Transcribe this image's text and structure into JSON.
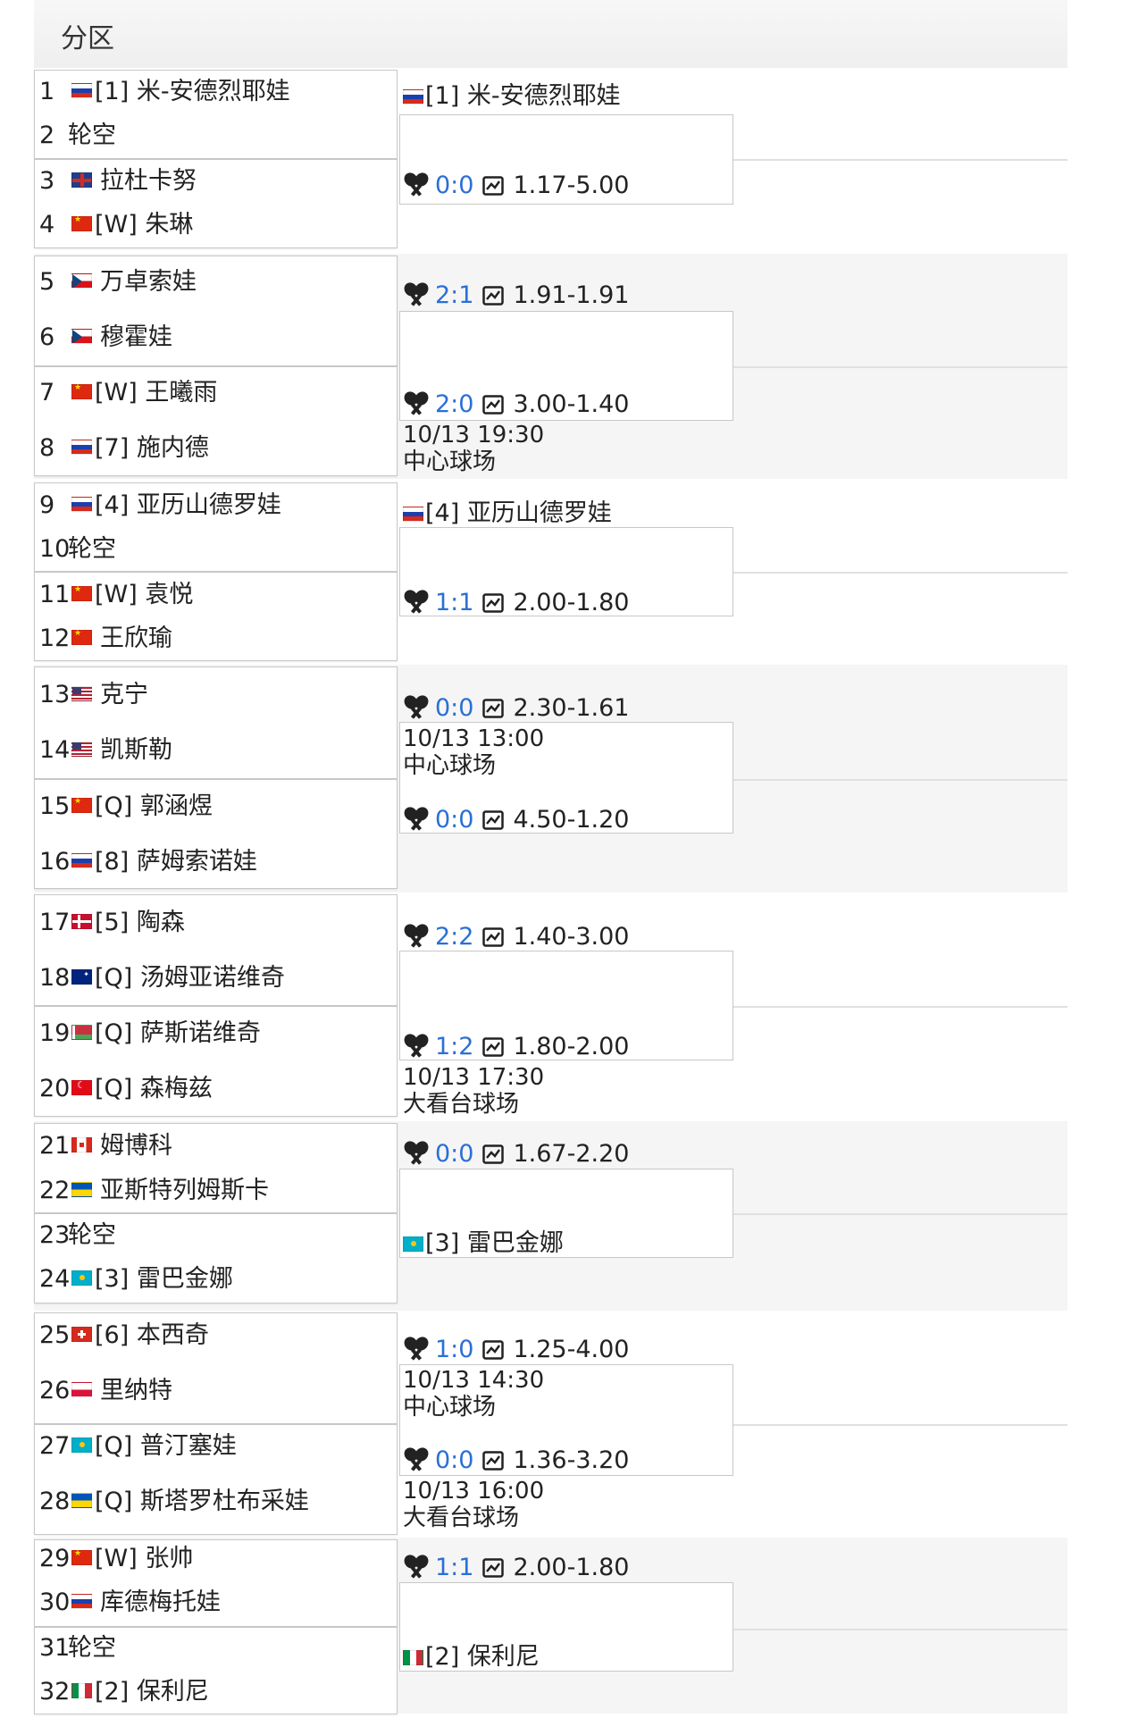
{
  "header": {
    "title": "分区"
  },
  "players": [
    {
      "num": "1",
      "flag": "rus",
      "name": "[1] 米-安德烈耶娃"
    },
    {
      "num": "2",
      "flag": "",
      "name": "轮空"
    },
    {
      "num": "3",
      "flag": "gbr",
      "name": "拉杜卡努"
    },
    {
      "num": "4",
      "flag": "chn",
      "name": "[W] 朱琳"
    },
    {
      "num": "5",
      "flag": "cze",
      "name": "万卓索娃"
    },
    {
      "num": "6",
      "flag": "cze",
      "name": "穆霍娃"
    },
    {
      "num": "7",
      "flag": "chn",
      "name": "[W] 王曦雨"
    },
    {
      "num": "8",
      "flag": "rus",
      "name": "[7] 施内德"
    },
    {
      "num": "9",
      "flag": "rus",
      "name": "[4] 亚历山德罗娃"
    },
    {
      "num": "10",
      "flag": "",
      "name": "轮空"
    },
    {
      "num": "11",
      "flag": "chn",
      "name": "[W] 袁悦"
    },
    {
      "num": "12",
      "flag": "chn",
      "name": "王欣瑜"
    },
    {
      "num": "13",
      "flag": "usa",
      "name": "克宁"
    },
    {
      "num": "14",
      "flag": "usa",
      "name": "凯斯勒"
    },
    {
      "num": "15",
      "flag": "chn",
      "name": "[Q] 郭涵煜"
    },
    {
      "num": "16",
      "flag": "rus",
      "name": "[8] 萨姆索诺娃"
    },
    {
      "num": "17",
      "flag": "den",
      "name": "[5] 陶森"
    },
    {
      "num": "18",
      "flag": "aus",
      "name": "[Q] 汤姆亚诺维奇"
    },
    {
      "num": "19",
      "flag": "blr",
      "name": "[Q] 萨斯诺维奇"
    },
    {
      "num": "20",
      "flag": "tur",
      "name": "[Q] 森梅兹"
    },
    {
      "num": "21",
      "flag": "can",
      "name": "姆博科"
    },
    {
      "num": "22",
      "flag": "ukr",
      "name": "亚斯特列姆斯卡"
    },
    {
      "num": "23",
      "flag": "",
      "name": "轮空"
    },
    {
      "num": "24",
      "flag": "kaz",
      "name": "[3] 雷巴金娜"
    },
    {
      "num": "25",
      "flag": "sui",
      "name": "[6] 本西奇"
    },
    {
      "num": "26",
      "flag": "pol",
      "name": "里纳特"
    },
    {
      "num": "27",
      "flag": "kaz",
      "name": "[Q] 普汀塞娃"
    },
    {
      "num": "28",
      "flag": "ukr",
      "name": "[Q] 斯塔罗杜布采娃"
    },
    {
      "num": "29",
      "flag": "chn",
      "name": "[W] 张帅"
    },
    {
      "num": "30",
      "flag": "rus",
      "name": "库德梅托娃"
    },
    {
      "num": "31",
      "flag": "",
      "name": "轮空"
    },
    {
      "num": "32",
      "flag": "ita",
      "name": "[2] 保利尼"
    }
  ],
  "matches": [
    {
      "type": "winner",
      "flag": "rus",
      "name": "[1] 米-安德烈耶娃"
    },
    {
      "type": "score",
      "score": "0:0",
      "odds": "1.17-5.00"
    },
    {
      "type": "score",
      "score": "2:1",
      "odds": "1.91-1.91"
    },
    {
      "type": "score",
      "score": "2:0",
      "odds": "3.00-1.40",
      "time": "10/13 19:30",
      "court": "中心球场"
    },
    {
      "type": "winner",
      "flag": "rus",
      "name": "[4] 亚历山德罗娃"
    },
    {
      "type": "score",
      "score": "1:1",
      "odds": "2.00-1.80"
    },
    {
      "type": "score",
      "score": "0:0",
      "odds": "2.30-1.61",
      "time": "10/13 13:00",
      "court": "中心球场"
    },
    {
      "type": "score",
      "score": "0:0",
      "odds": "4.50-1.20"
    },
    {
      "type": "score",
      "score": "2:2",
      "odds": "1.40-3.00"
    },
    {
      "type": "score",
      "score": "1:2",
      "odds": "1.80-2.00",
      "time": "10/13 17:30",
      "court": "大看台球场"
    },
    {
      "type": "score",
      "score": "0:0",
      "odds": "1.67-2.20"
    },
    {
      "type": "winner",
      "flag": "kaz",
      "name": "[3] 雷巴金娜"
    },
    {
      "type": "score",
      "score": "1:0",
      "odds": "1.25-4.00",
      "time": "10/13 14:30",
      "court": "中心球场"
    },
    {
      "type": "score",
      "score": "0:0",
      "odds": "1.36-3.20",
      "time": "10/13 16:00",
      "court": "大看台球场"
    },
    {
      "type": "score",
      "score": "1:1",
      "odds": "2.00-1.80"
    },
    {
      "type": "winner",
      "flag": "ita",
      "name": "[2] 保利尼"
    }
  ],
  "colors": {
    "score_blue": "#2a6fd6",
    "border": "#c8c8c8",
    "alt_bg": "#f5f5f5"
  },
  "icons": {
    "h2h": "crossed-rackets-icon",
    "odds": "trend-chart-icon"
  }
}
